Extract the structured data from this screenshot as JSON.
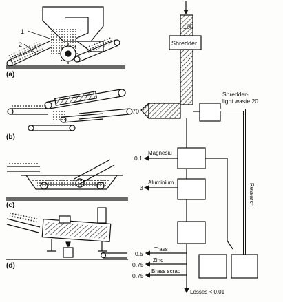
{
  "panels": {
    "a": "(a)",
    "b": "(b)",
    "c": "(c)",
    "d": "(d)",
    "callout_1": "1",
    "callout_2": "2"
  },
  "flowsheet": {
    "input_value": "100",
    "shredder_label": "Shredder",
    "light_waste_line1": "Shredder-",
    "light_waste_line2": "light waste 20",
    "value_70": "70",
    "magnesium_value": "0.1",
    "magnesium_label": "Magnesiu",
    "aluminium_value": "3",
    "aluminium_label": "Aluminium",
    "trass_value": "0.5",
    "trass_label": "Trass",
    "zinc_value": "0.75",
    "zinc_label": "Zinc",
    "brass_value": "0.75",
    "brass_label": "Brass scrap",
    "losses_label": "Losses < 0.01",
    "research_label": "Research"
  },
  "colors": {
    "ink": "#111111",
    "paper": "#fdfdfb"
  }
}
